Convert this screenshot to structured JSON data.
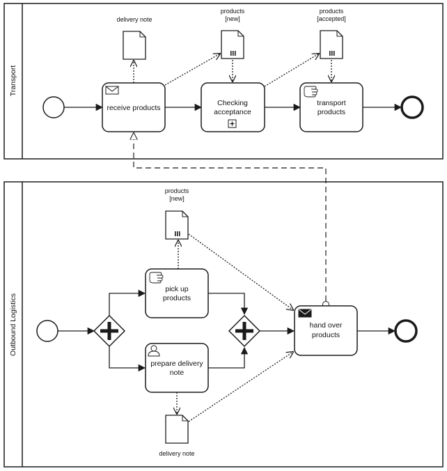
{
  "pools": {
    "transport": {
      "label": "Transport"
    },
    "outbound": {
      "label": "Outbound Logistics"
    }
  },
  "transport": {
    "receive_products": {
      "line1": "receive products"
    },
    "checking_acceptance": {
      "line1": "Checking",
      "line2": "acceptance"
    },
    "transport_products": {
      "line1": "transport",
      "line2": "products"
    },
    "doc_delivery_note": {
      "label": "delivery note"
    },
    "doc_products_new": {
      "line1": "products",
      "line2": "[new]"
    },
    "doc_products_accepted": {
      "line1": "products",
      "line2": "[accepted]"
    }
  },
  "outbound": {
    "pick_up_products": {
      "line1": "pick up",
      "line2": "products"
    },
    "prepare_delivery_note": {
      "line1": "prepare delivery",
      "line2": "note"
    },
    "hand_over_products": {
      "line1": "hand over",
      "line2": "products"
    },
    "doc_products_new": {
      "line1": "products",
      "line2": "[new]"
    },
    "doc_delivery_note": {
      "label": "delivery note"
    }
  },
  "colors": {
    "stroke": "#1a1a1a",
    "fill": "#ffffff"
  }
}
